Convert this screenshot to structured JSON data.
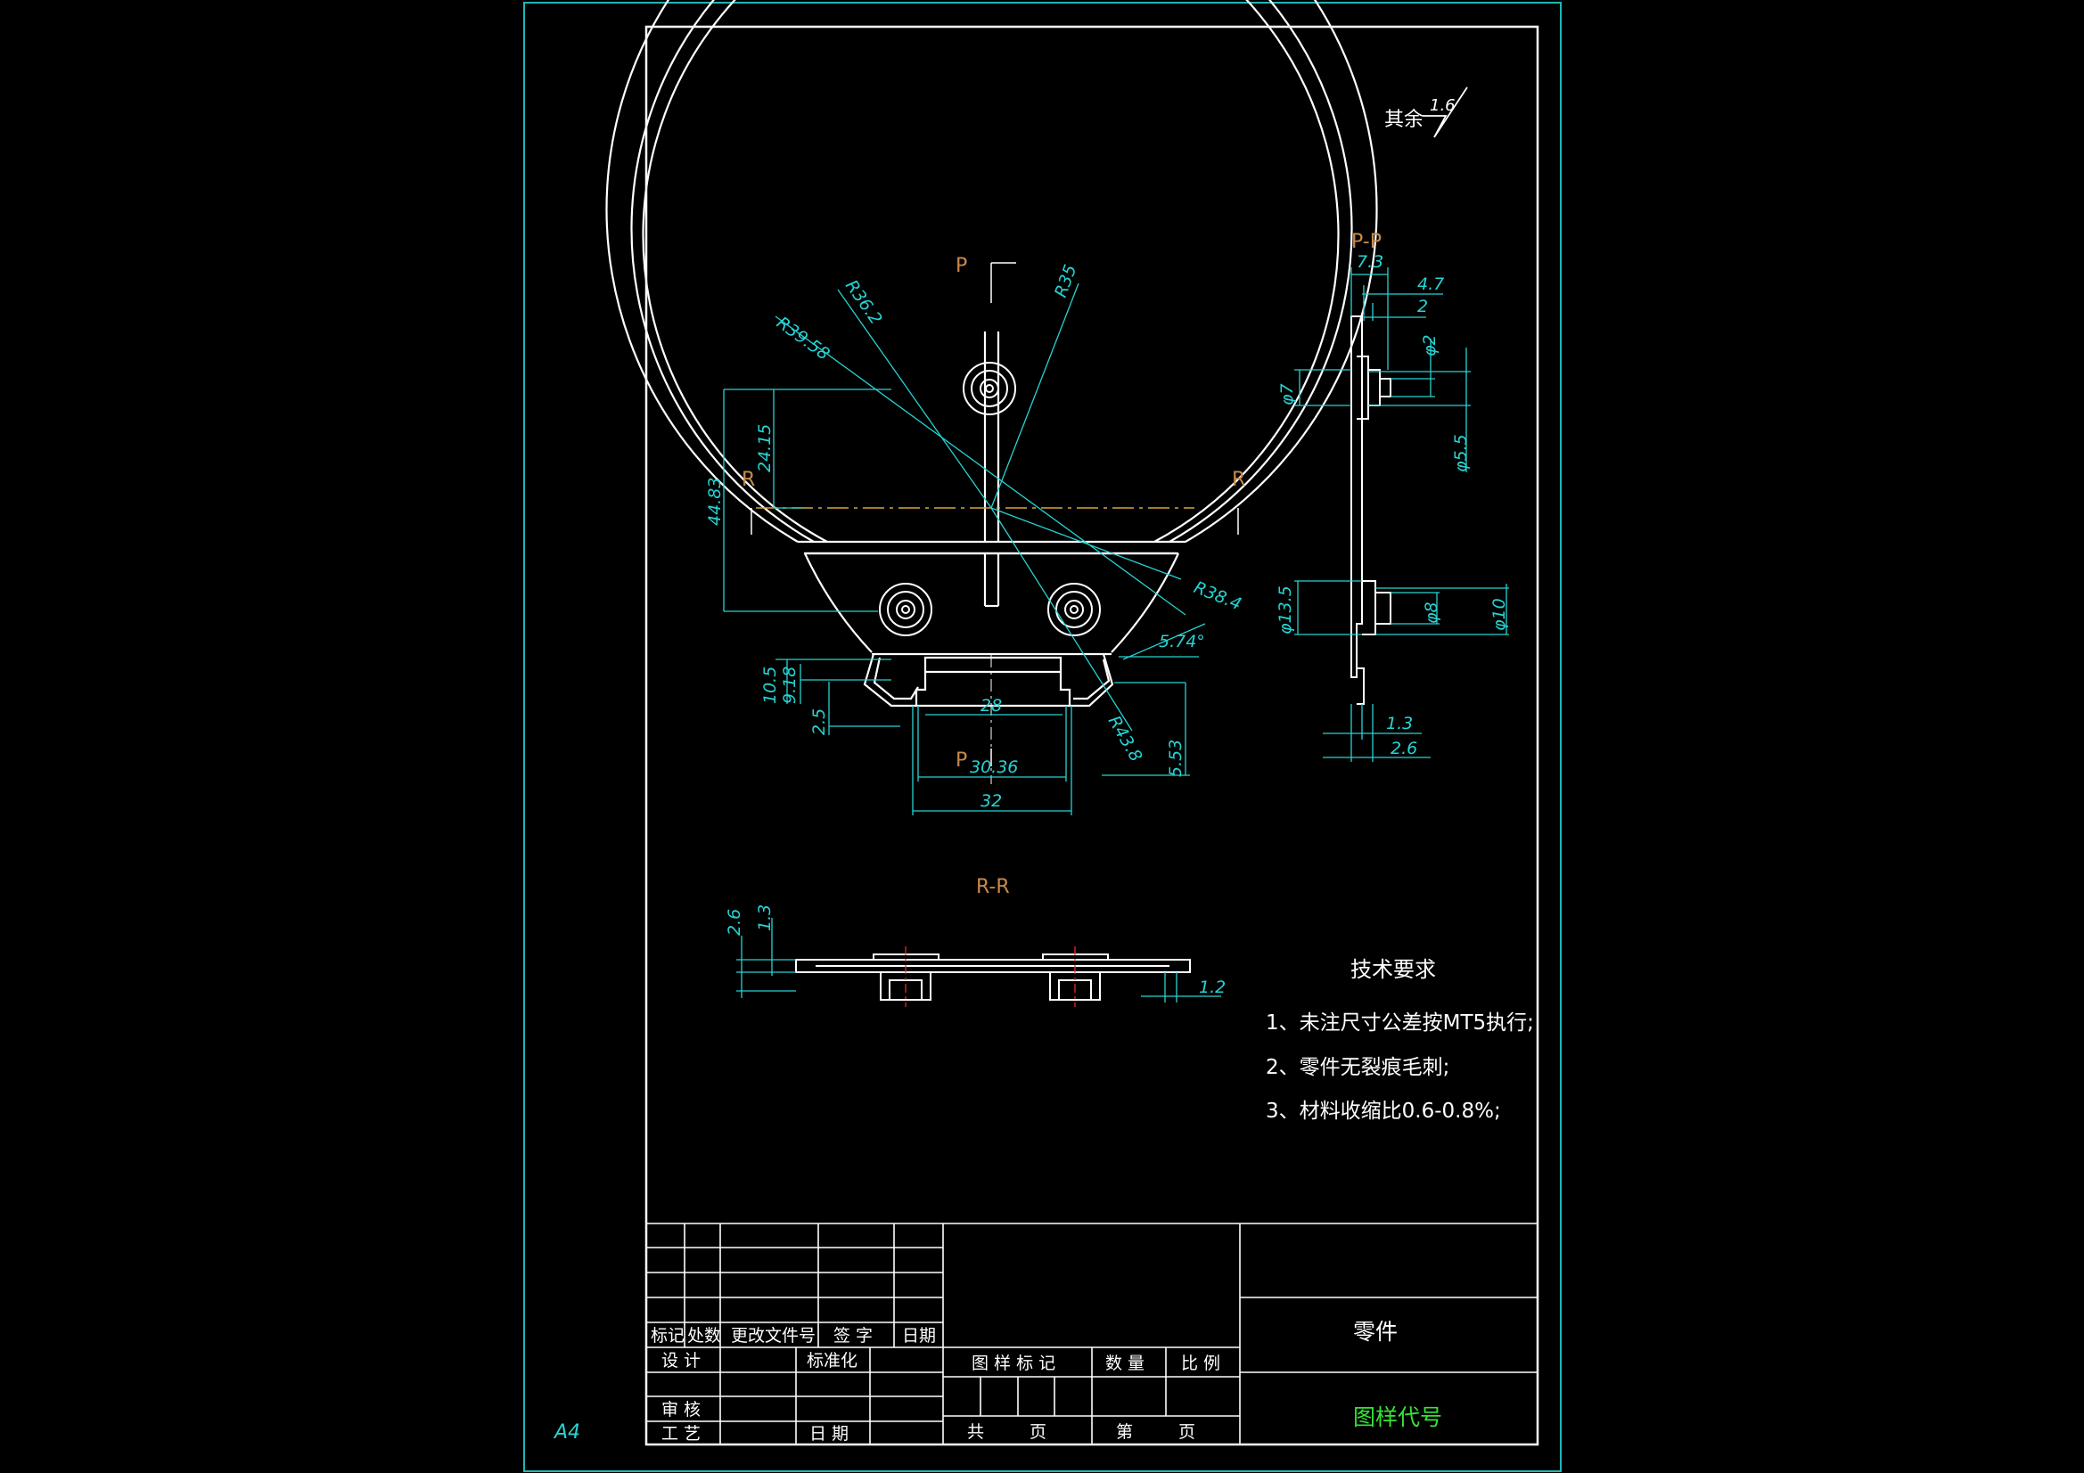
{
  "colors": {
    "background": "#000000",
    "frame": "#1fb7b7",
    "part": "#ffffff",
    "dimension": "#27d3d3",
    "section_letter": "#c98a4a",
    "title_drawing_no": "#35e335",
    "centerline": "#d8a838",
    "hidden_axis": "#ff2a2a"
  },
  "sheet_size": "A4",
  "roughness": {
    "label": "其余",
    "value": "1.6"
  },
  "views": {
    "main": {
      "section_marks": [
        "P",
        "P",
        "R",
        "R"
      ],
      "dims": [
        "R39.58",
        "R36.2",
        "R35",
        "R38.4",
        "44.83",
        "24.15",
        "5.74°",
        "10.5",
        "9.18",
        "2.5",
        "28",
        "30.36",
        "32",
        "R43.8",
        "5.53"
      ]
    },
    "section_pp": {
      "title": "P-P",
      "dims": [
        "7.3",
        "4.7",
        "2",
        "φ2",
        "φ7",
        "φ5.5",
        "φ13.5",
        "φ8",
        "φ10",
        "1.3",
        "2.6"
      ]
    },
    "section_rr": {
      "title": "R-R",
      "dims": [
        "2.6",
        "1.3",
        "1.2"
      ]
    }
  },
  "tech_requirements": {
    "title": "技术要求",
    "items": [
      "1、未注尺寸公差按MT5执行;",
      "2、零件无裂痕毛刺;",
      "3、材料收缩比0.6-0.8%;"
    ]
  },
  "title_block": {
    "revision_headers": [
      "标记",
      "处数",
      "更改文件号",
      "签 字",
      "日期"
    ],
    "design": "设 计",
    "standardization": "标准化",
    "review": "审 核",
    "process": "工 艺",
    "date": "日 期",
    "drawing_mark": "图 样 标 记",
    "quantity": "数 量",
    "scale": "比 例",
    "total": "共",
    "page": "页",
    "sheet_no": "第",
    "sheet_page": "页",
    "part_name": "零件",
    "drawing_no": "图样代号"
  }
}
